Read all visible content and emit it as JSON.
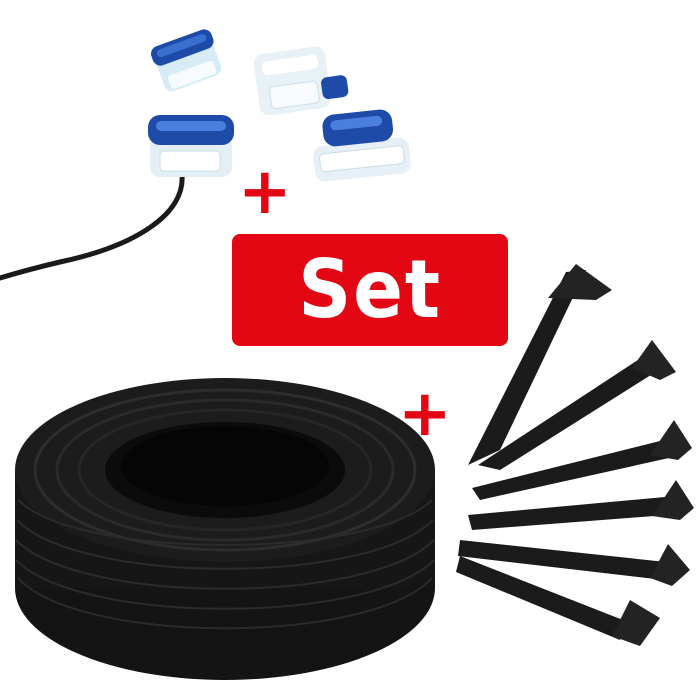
{
  "badge": {
    "label": "Set",
    "color": "#e30613"
  },
  "plus_sign": "+",
  "items": {
    "connectors": {
      "icon": "wire-connector-icon",
      "count": 4
    },
    "wire_coil": {
      "icon": "wire-coil-icon"
    },
    "pegs": {
      "icon": "ground-peg-icon",
      "count": 6
    }
  }
}
